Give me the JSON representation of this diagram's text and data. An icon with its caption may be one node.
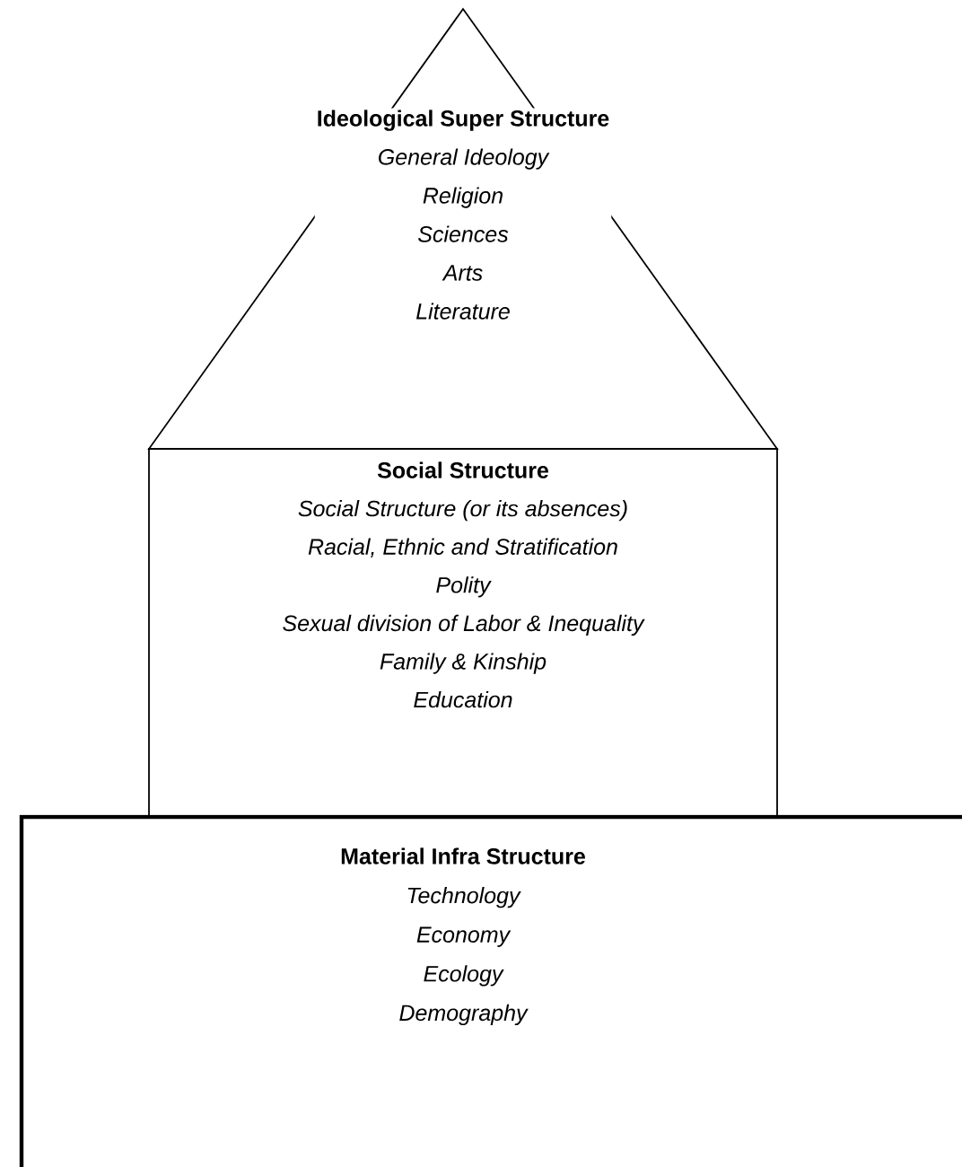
{
  "diagram": {
    "nodes": [
      {
        "text": [
          "Ideological Super Structure",
          "General Ideology",
          "Religion",
          "Sciences",
          "Arts",
          "Literature"
        ]
      },
      {
        "text": [
          "Social Structure",
          "Social Structure (or its absences)",
          "Racial, Ethnic and Stratification",
          "Polity",
          "Sexual division of Labor & Inequality",
          "Family & Kinship",
          "Education"
        ]
      },
      {
        "text": [
          "Material Infra Structure",
          "Technology",
          "Economy",
          "Ecology",
          "Demography"
        ]
      }
    ]
  }
}
